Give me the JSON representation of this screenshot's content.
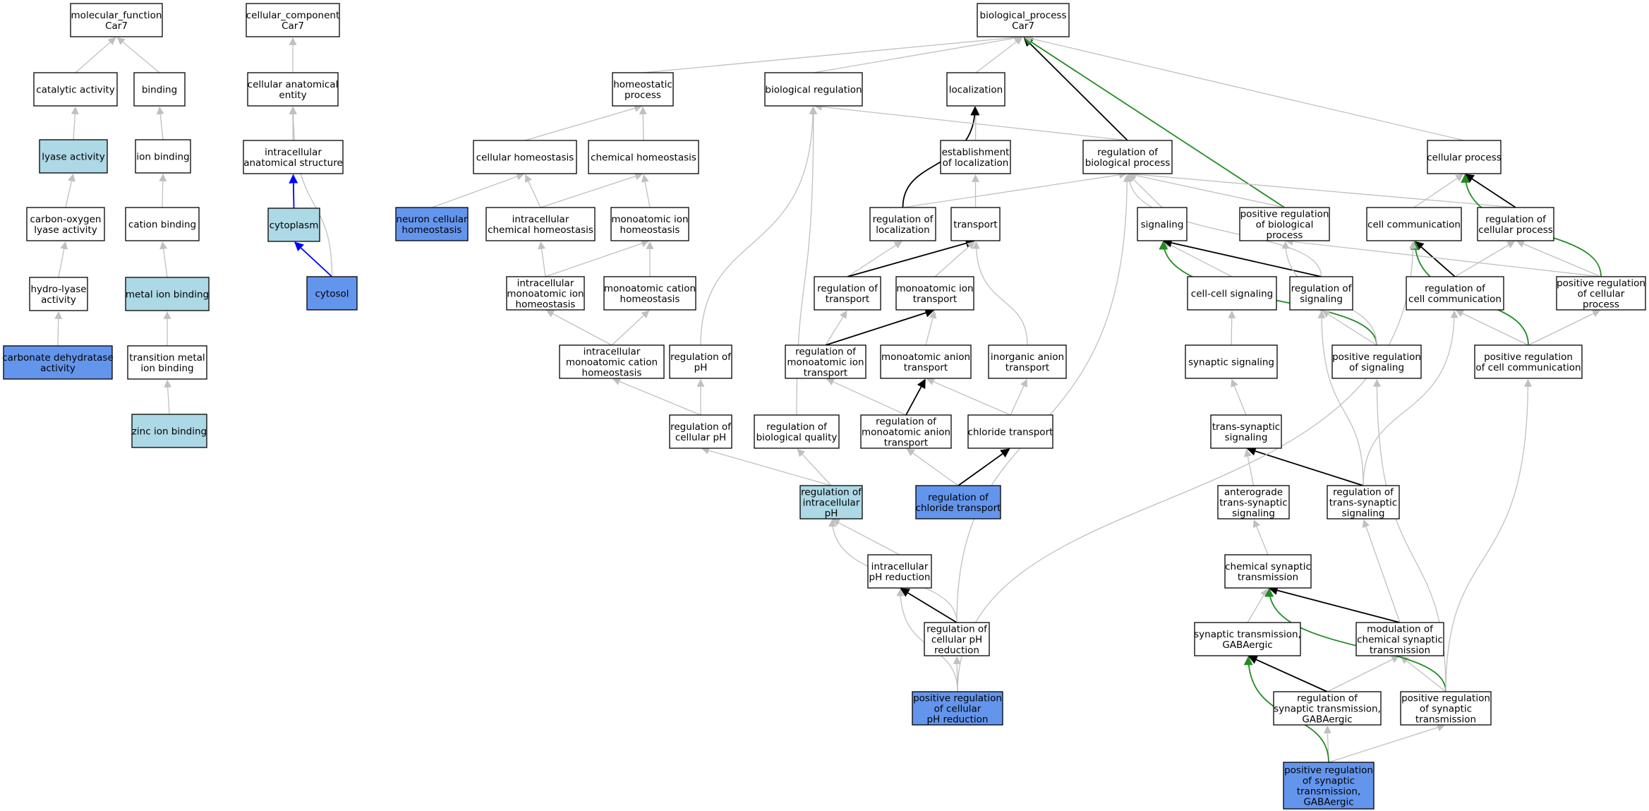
{
  "colors": {
    "node_fill": "#ffffff",
    "light_blue_fill": "#add8e6",
    "cornflower_fill": "#6495ed",
    "edge_gray": "#c0c0c0",
    "edge_black": "#000000",
    "edge_blue": "#0000ff",
    "edge_green": "#228b22"
  },
  "legend_styles": {
    "plain": "white box",
    "light": "light blue box",
    "dark": "cornflower blue box (gene annotation)"
  },
  "nodes": [
    {
      "id": "mf",
      "label": [
        "molecular_function",
        "Car7"
      ],
      "style": "plain"
    },
    {
      "id": "cat",
      "label": [
        "catalytic activity"
      ],
      "style": "plain"
    },
    {
      "id": "binding",
      "label": [
        "binding"
      ],
      "style": "plain"
    },
    {
      "id": "lyase",
      "label": [
        "lyase activity"
      ],
      "style": "light"
    },
    {
      "id": "ionb",
      "label": [
        "ion binding"
      ],
      "style": "plain"
    },
    {
      "id": "col",
      "label": [
        "carbon-oxygen",
        "lyase activity"
      ],
      "style": "plain"
    },
    {
      "id": "catb",
      "label": [
        "cation binding"
      ],
      "style": "plain"
    },
    {
      "id": "hydro",
      "label": [
        "hydro-lyase",
        "activity"
      ],
      "style": "plain"
    },
    {
      "id": "metal",
      "label": [
        "metal ion binding"
      ],
      "style": "light"
    },
    {
      "id": "cda",
      "label": [
        "carbonate dehydratase",
        "activity"
      ],
      "style": "dark"
    },
    {
      "id": "tmib",
      "label": [
        "transition metal",
        "ion binding"
      ],
      "style": "plain"
    },
    {
      "id": "zinc",
      "label": [
        "zinc ion binding"
      ],
      "style": "light"
    },
    {
      "id": "cc",
      "label": [
        "cellular_component",
        "Car7"
      ],
      "style": "plain"
    },
    {
      "id": "cae",
      "label": [
        "cellular anatomical",
        "entity"
      ],
      "style": "plain"
    },
    {
      "id": "ias",
      "label": [
        "intracellular",
        "anatomical structure"
      ],
      "style": "plain"
    },
    {
      "id": "cyto",
      "label": [
        "cytoplasm"
      ],
      "style": "light"
    },
    {
      "id": "cytosol",
      "label": [
        "cytosol"
      ],
      "style": "dark"
    },
    {
      "id": "bp",
      "label": [
        "biological_process",
        "Car7"
      ],
      "style": "plain"
    },
    {
      "id": "homeo",
      "label": [
        "homeostatic",
        "process"
      ],
      "style": "plain"
    },
    {
      "id": "breg",
      "label": [
        "biological regulation"
      ],
      "style": "plain"
    },
    {
      "id": "loc",
      "label": [
        "localization"
      ],
      "style": "plain"
    },
    {
      "id": "cellhomeo",
      "label": [
        "cellular homeostasis"
      ],
      "style": "plain"
    },
    {
      "id": "chemhomeo",
      "label": [
        "chemical homeostasis"
      ],
      "style": "plain"
    },
    {
      "id": "estloc",
      "label": [
        "establishment",
        "of localization"
      ],
      "style": "plain"
    },
    {
      "id": "regbp",
      "label": [
        "regulation of",
        "biological process"
      ],
      "style": "plain"
    },
    {
      "id": "cellproc",
      "label": [
        "cellular process"
      ],
      "style": "plain"
    },
    {
      "id": "nch",
      "label": [
        "neuron cellular",
        "homeostasis"
      ],
      "style": "dark"
    },
    {
      "id": "icch",
      "label": [
        "intracellular",
        "chemical homeostasis"
      ],
      "style": "plain"
    },
    {
      "id": "mih",
      "label": [
        "monoatomic ion",
        "homeostasis"
      ],
      "style": "plain"
    },
    {
      "id": "regloc",
      "label": [
        "regulation of",
        "localization"
      ],
      "style": "plain"
    },
    {
      "id": "transport",
      "label": [
        "transport"
      ],
      "style": "plain"
    },
    {
      "id": "signaling",
      "label": [
        "signaling"
      ],
      "style": "plain"
    },
    {
      "id": "prbp",
      "label": [
        "positive regulation",
        "of biological",
        "process"
      ],
      "style": "plain"
    },
    {
      "id": "cellcomm",
      "label": [
        "cell communication"
      ],
      "style": "plain"
    },
    {
      "id": "regcp",
      "label": [
        "regulation of",
        "cellular process"
      ],
      "style": "plain"
    },
    {
      "id": "imih",
      "label": [
        "intracellular",
        "monoatomic ion",
        "homeostasis"
      ],
      "style": "plain"
    },
    {
      "id": "mch",
      "label": [
        "monoatomic cation",
        "homeostasis"
      ],
      "style": "plain"
    },
    {
      "id": "regtrans",
      "label": [
        "regulation of",
        "transport"
      ],
      "style": "plain"
    },
    {
      "id": "mit",
      "label": [
        "monoatomic ion",
        "transport"
      ],
      "style": "plain"
    },
    {
      "id": "ccs",
      "label": [
        "cell-cell signaling"
      ],
      "style": "plain"
    },
    {
      "id": "regsig",
      "label": [
        "regulation of",
        "signaling"
      ],
      "style": "plain"
    },
    {
      "id": "regcc",
      "label": [
        "regulation of",
        "cell communication"
      ],
      "style": "plain"
    },
    {
      "id": "prcp",
      "label": [
        "positive regulation",
        "of cellular",
        "process"
      ],
      "style": "plain"
    },
    {
      "id": "imch",
      "label": [
        "intracellular",
        "monoatomic cation",
        "homeostasis"
      ],
      "style": "plain"
    },
    {
      "id": "regph",
      "label": [
        "regulation of",
        "pH"
      ],
      "style": "plain"
    },
    {
      "id": "regmit",
      "label": [
        "regulation of",
        "monoatomic ion",
        "transport"
      ],
      "style": "plain"
    },
    {
      "id": "mat",
      "label": [
        "monoatomic anion",
        "transport"
      ],
      "style": "plain"
    },
    {
      "id": "iat",
      "label": [
        "inorganic anion",
        "transport"
      ],
      "style": "plain"
    },
    {
      "id": "synsig",
      "label": [
        "synaptic signaling"
      ],
      "style": "plain"
    },
    {
      "id": "prsig",
      "label": [
        "positive regulation",
        "of signaling"
      ],
      "style": "plain"
    },
    {
      "id": "prcc",
      "label": [
        "positive regulation",
        "of cell communication"
      ],
      "style": "plain"
    },
    {
      "id": "regcph",
      "label": [
        "regulation of",
        "cellular pH"
      ],
      "style": "plain"
    },
    {
      "id": "regbq",
      "label": [
        "regulation of",
        "biological quality"
      ],
      "style": "plain"
    },
    {
      "id": "regmat",
      "label": [
        "regulation of",
        "monoatomic anion",
        "transport"
      ],
      "style": "plain"
    },
    {
      "id": "clt",
      "label": [
        "chloride transport"
      ],
      "style": "plain"
    },
    {
      "id": "tss",
      "label": [
        "trans-synaptic",
        "signaling"
      ],
      "style": "plain"
    },
    {
      "id": "regiph",
      "label": [
        "regulation of",
        "intracellular",
        "pH"
      ],
      "style": "light"
    },
    {
      "id": "regclt",
      "label": [
        "regulation of",
        "chloride transport"
      ],
      "style": "dark"
    },
    {
      "id": "atss",
      "label": [
        "anterograde",
        "trans-synaptic",
        "signaling"
      ],
      "style": "plain"
    },
    {
      "id": "regtss",
      "label": [
        "regulation of",
        "trans-synaptic",
        "signaling"
      ],
      "style": "plain"
    },
    {
      "id": "iphr",
      "label": [
        "intracellular",
        "pH reduction"
      ],
      "style": "plain"
    },
    {
      "id": "cst",
      "label": [
        "chemical synaptic",
        "transmission"
      ],
      "style": "plain"
    },
    {
      "id": "regcphr",
      "label": [
        "regulation of",
        "cellular pH",
        "reduction"
      ],
      "style": "plain"
    },
    {
      "id": "stg",
      "label": [
        "synaptic transmission,",
        "GABAergic"
      ],
      "style": "plain"
    },
    {
      "id": "modcst",
      "label": [
        "modulation of",
        "chemical synaptic",
        "transmission"
      ],
      "style": "plain"
    },
    {
      "id": "prcphr",
      "label": [
        "positive regulation",
        "of cellular",
        "pH reduction"
      ],
      "style": "dark"
    },
    {
      "id": "regstg",
      "label": [
        "regulation of",
        "synaptic transmission,",
        "GABAergic"
      ],
      "style": "plain"
    },
    {
      "id": "prst",
      "label": [
        "positive regulation",
        "of synaptic",
        "transmission"
      ],
      "style": "plain"
    },
    {
      "id": "prstg",
      "label": [
        "positive regulation",
        "of synaptic",
        "transmission,",
        "GABAergic"
      ],
      "style": "dark"
    }
  ],
  "edges": [
    {
      "from": "cat",
      "to": "mf",
      "type": "gray"
    },
    {
      "from": "binding",
      "to": "mf",
      "type": "gray"
    },
    {
      "from": "lyase",
      "to": "cat",
      "type": "gray"
    },
    {
      "from": "ionb",
      "to": "binding",
      "type": "gray"
    },
    {
      "from": "col",
      "to": "lyase",
      "type": "gray"
    },
    {
      "from": "catb",
      "to": "ionb",
      "type": "gray"
    },
    {
      "from": "hydro",
      "to": "col",
      "type": "gray"
    },
    {
      "from": "metal",
      "to": "catb",
      "type": "gray"
    },
    {
      "from": "cda",
      "to": "hydro",
      "type": "gray"
    },
    {
      "from": "tmib",
      "to": "metal",
      "type": "gray"
    },
    {
      "from": "zinc",
      "to": "tmib",
      "type": "gray"
    },
    {
      "from": "cae",
      "to": "cc",
      "type": "gray"
    },
    {
      "from": "ias",
      "to": "cae",
      "type": "gray"
    },
    {
      "from": "cyto",
      "to": "cae",
      "type": "gray",
      "curve": true
    },
    {
      "from": "cyto",
      "to": "ias",
      "type": "blue"
    },
    {
      "from": "cytosol",
      "to": "cyto",
      "type": "blue"
    },
    {
      "from": "cytosol",
      "to": "cae",
      "type": "gray",
      "curve": true
    },
    {
      "from": "homeo",
      "to": "bp",
      "type": "gray"
    },
    {
      "from": "breg",
      "to": "bp",
      "type": "gray"
    },
    {
      "from": "loc",
      "to": "bp",
      "type": "gray"
    },
    {
      "from": "regbp",
      "to": "bp",
      "type": "black"
    },
    {
      "from": "prbp",
      "to": "bp",
      "type": "green"
    },
    {
      "from": "cellproc",
      "to": "bp",
      "type": "gray"
    },
    {
      "from": "cellhomeo",
      "to": "homeo",
      "type": "gray"
    },
    {
      "from": "chemhomeo",
      "to": "homeo",
      "type": "gray"
    },
    {
      "from": "estloc",
      "to": "loc",
      "type": "gray"
    },
    {
      "from": "regloc",
      "to": "loc",
      "type": "black",
      "curve": true
    },
    {
      "from": "regbp",
      "to": "breg",
      "type": "gray"
    },
    {
      "from": "nch",
      "to": "cellhomeo",
      "type": "gray"
    },
    {
      "from": "icch",
      "to": "cellhomeo",
      "type": "gray"
    },
    {
      "from": "icch",
      "to": "chemhomeo",
      "type": "gray"
    },
    {
      "from": "mih",
      "to": "chemhomeo",
      "type": "gray"
    },
    {
      "from": "regloc",
      "to": "regbp",
      "type": "gray"
    },
    {
      "from": "transport",
      "to": "estloc",
      "type": "gray"
    },
    {
      "from": "signaling",
      "to": "regbp",
      "type": "gray"
    },
    {
      "from": "prbp",
      "to": "regbp",
      "type": "gray"
    },
    {
      "from": "regcp",
      "to": "regbp",
      "type": "gray"
    },
    {
      "from": "cellcomm",
      "to": "cellproc",
      "type": "gray"
    },
    {
      "from": "regcp",
      "to": "cellproc",
      "type": "black"
    },
    {
      "from": "prcp",
      "to": "cellproc",
      "type": "green",
      "curve": true
    },
    {
      "from": "imih",
      "to": "icch",
      "type": "gray"
    },
    {
      "from": "imih",
      "to": "mih",
      "type": "gray"
    },
    {
      "from": "mch",
      "to": "mih",
      "type": "gray"
    },
    {
      "from": "regtrans",
      "to": "regloc",
      "type": "gray"
    },
    {
      "from": "regtrans",
      "to": "transport",
      "type": "black"
    },
    {
      "from": "mit",
      "to": "transport",
      "type": "gray"
    },
    {
      "from": "iat",
      "to": "transport",
      "type": "gray",
      "curve": true
    },
    {
      "from": "ccs",
      "to": "signaling",
      "type": "gray"
    },
    {
      "from": "regsig",
      "to": "signaling",
      "type": "black"
    },
    {
      "from": "regsig",
      "to": "regbp",
      "type": "gray",
      "curve": true
    },
    {
      "from": "prsig",
      "to": "signaling",
      "type": "green",
      "curve": true
    },
    {
      "from": "prsig",
      "to": "prbp",
      "type": "gray",
      "curve": true
    },
    {
      "from": "regcc",
      "to": "cellcomm",
      "type": "black"
    },
    {
      "from": "regcc",
      "to": "regcp",
      "type": "gray"
    },
    {
      "from": "prcp",
      "to": "regcp",
      "type": "gray"
    },
    {
      "from": "prcp",
      "to": "prbp",
      "type": "gray"
    },
    {
      "from": "prcc",
      "to": "cellcomm",
      "type": "green",
      "curve": true
    },
    {
      "from": "prcc",
      "to": "prcp",
      "type": "gray"
    },
    {
      "from": "prcc",
      "to": "regcc",
      "type": "gray"
    },
    {
      "from": "imch",
      "to": "imih",
      "type": "gray"
    },
    {
      "from": "imch",
      "to": "mch",
      "type": "gray"
    },
    {
      "from": "regph",
      "to": "breg",
      "type": "gray",
      "curve": true
    },
    {
      "from": "regmit",
      "to": "regtrans",
      "type": "gray"
    },
    {
      "from": "regmit",
      "to": "mit",
      "type": "black"
    },
    {
      "from": "mat",
      "to": "mit",
      "type": "gray"
    },
    {
      "from": "synsig",
      "to": "ccs",
      "type": "gray"
    },
    {
      "from": "prsig",
      "to": "regsig",
      "type": "gray"
    },
    {
      "from": "regcph",
      "to": "imch",
      "type": "gray"
    },
    {
      "from": "regcph",
      "to": "regph",
      "type": "gray"
    },
    {
      "from": "regbq",
      "to": "breg",
      "type": "gray",
      "curve": true
    },
    {
      "from": "regmat",
      "to": "regmit",
      "type": "gray"
    },
    {
      "from": "regmat",
      "to": "mat",
      "type": "black"
    },
    {
      "from": "clt",
      "to": "mat",
      "type": "gray"
    },
    {
      "from": "clt",
      "to": "iat",
      "type": "gray"
    },
    {
      "from": "tss",
      "to": "synsig",
      "type": "gray"
    },
    {
      "from": "regiph",
      "to": "regcph",
      "type": "gray"
    },
    {
      "from": "regiph",
      "to": "regbq",
      "type": "gray"
    },
    {
      "from": "regclt",
      "to": "regmat",
      "type": "gray"
    },
    {
      "from": "regclt",
      "to": "clt",
      "type": "black"
    },
    {
      "from": "atss",
      "to": "tss",
      "type": "gray"
    },
    {
      "from": "regtss",
      "to": "tss",
      "type": "black"
    },
    {
      "from": "regtss",
      "to": "regcc",
      "type": "gray",
      "curve": true
    },
    {
      "from": "regtss",
      "to": "regsig",
      "type": "gray",
      "curve": true
    },
    {
      "from": "iphr",
      "to": "regiph",
      "type": "gray"
    },
    {
      "from": "cst",
      "to": "atss",
      "type": "gray"
    },
    {
      "from": "regcphr",
      "to": "iphr",
      "type": "black"
    },
    {
      "from": "regcphr",
      "to": "regiph",
      "type": "gray",
      "curve": true
    },
    {
      "from": "regcphr",
      "to": "regbp",
      "type": "gray",
      "curve": true
    },
    {
      "from": "stg",
      "to": "cst",
      "type": "gray"
    },
    {
      "from": "modcst",
      "to": "cst",
      "type": "black"
    },
    {
      "from": "modcst",
      "to": "regtss",
      "type": "gray"
    },
    {
      "from": "prcphr",
      "to": "regcphr",
      "type": "gray"
    },
    {
      "from": "prcphr",
      "to": "iphr",
      "type": "gray",
      "curve": true
    },
    {
      "from": "prcphr",
      "to": "cellcomm",
      "type": "gray",
      "curve": true
    },
    {
      "from": "regstg",
      "to": "stg",
      "type": "black"
    },
    {
      "from": "regstg",
      "to": "modcst",
      "type": "gray"
    },
    {
      "from": "prst",
      "to": "modcst",
      "type": "gray"
    },
    {
      "from": "prst",
      "to": "cst",
      "type": "green",
      "curve": true
    },
    {
      "from": "prst",
      "to": "prsig",
      "type": "gray",
      "curve": true
    },
    {
      "from": "prst",
      "to": "prcc",
      "type": "gray",
      "curve": true
    },
    {
      "from": "prstg",
      "to": "regstg",
      "type": "gray"
    },
    {
      "from": "prstg",
      "to": "prst",
      "type": "gray"
    },
    {
      "from": "prstg",
      "to": "stg",
      "type": "green",
      "curve": true
    }
  ]
}
